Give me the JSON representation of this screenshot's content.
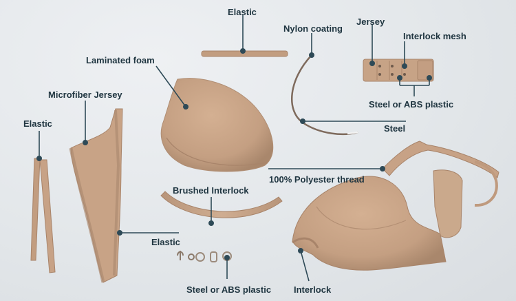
{
  "labels": {
    "elastic_top": "Elastic",
    "nylon_coating": "Nylon coating",
    "jersey": "Jersey",
    "interlock_mesh": "Interlock mesh",
    "laminated_foam": "Laminated foam",
    "microfiber_jersey": "Microfiber Jersey",
    "elastic_left": "Elastic",
    "steel_abs_plastic_hooks": "Steel or ABS plastic",
    "steel": "Steel",
    "polyester_thread": "100% Polyester thread",
    "brushed_interlock": "Brushed Interlock",
    "elastic_bottom": "Elastic",
    "steel_abs_plastic_rings": "Steel or ABS plastic",
    "interlock": "Interlock"
  },
  "colors": {
    "background": "#e4e8eb",
    "fabric": "#c9a487",
    "fabric_dark": "#a8846a",
    "leader": "#2e4a57",
    "text": "#1f3540"
  }
}
